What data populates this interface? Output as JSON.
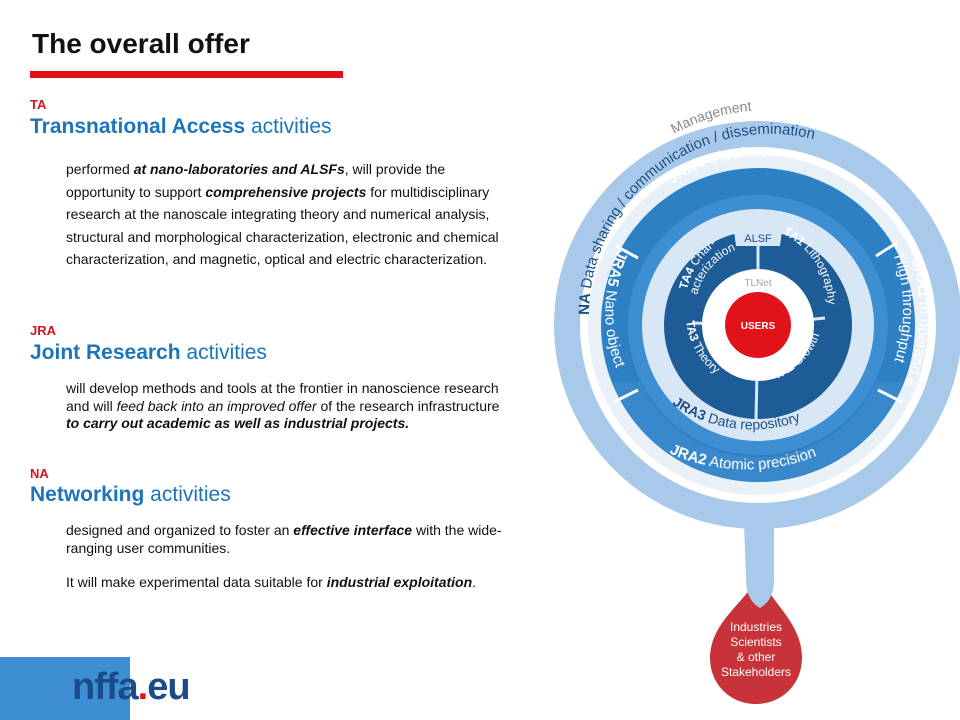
{
  "title": "The overall offer",
  "colors": {
    "accent_red": "#e2121a",
    "heading_blue": "#1c75bc",
    "ring_light": "#9cc1e6",
    "ring_dark": "#2268a8",
    "drop_red": "#c8333a"
  },
  "ta": {
    "tag": "TA",
    "heading_bold": "Transnational Access",
    "heading_rest": " activities",
    "p": {
      "a": "performed ",
      "b": "at nano-laboratories and ALSFs",
      "c": ", will provide the opportunity to support ",
      "d": "comprehensive projects",
      "e": " for multidisciplinary research at the nanoscale integrating theory and numerical analysis, structural and morphological characterization, electronic and chemical characterization, and magnetic, optical and electric characterization."
    }
  },
  "jra": {
    "tag": "JRA",
    "heading_bold": "Joint Research",
    "heading_rest": " activities",
    "p": {
      "a": "will develop methods and tools at the frontier in nanoscience research and will ",
      "b": "feed back into an improved offer",
      "c": " of the research infrastructure ",
      "d": "to carry out academic as well as industrial projects."
    }
  },
  "na": {
    "tag": "NA",
    "heading_bold": "Networking",
    "heading_rest": " activities",
    "p1": {
      "a": "designed and organized to foster an ",
      "b": "effective interface",
      "c": " with the wide-ranging user communities."
    },
    "p2": {
      "a": "It will make experimental data suitable for ",
      "b": "industrial exploitation",
      "c": "."
    }
  },
  "diagram": {
    "na_bold": "NA",
    "na_rest": " Data sharing / communication / dissemination",
    "management": "Management",
    "jra4_bold": "JRA4",
    "jra4_rest": " Ultrafast",
    "jra5_bold": "JRA5",
    "jra5_rest": " Nano object",
    "jra1_bold": "JRA1",
    "jra1_line1": " In operand &",
    "jra1_line2": "High throughput",
    "jra3_bold": "JRA3",
    "jra3_rest": " Data repository",
    "jra2_bold": "JRA2",
    "jra2_rest": " Atomic precision",
    "alsf": "ALSF",
    "ta1_bold": "TA1",
    "ta1_rest": "Lithography",
    "ta4_bold": "TA4",
    "ta4_l1": "Char-",
    "ta4_l2": "acterization",
    "ta3_bold": "TA3",
    "ta3_rest": "Theory",
    "ta2_bold": "TA2",
    "ta2_rest": "Growth",
    "tlnet": "TLNet",
    "users": "USERS",
    "drop_l1": "Industries",
    "drop_l2": "Scientists",
    "drop_l3": "& other",
    "drop_l4": "Stakeholders"
  },
  "logo": {
    "pre": "nffa",
    "dot": ".",
    "post": "eu"
  }
}
